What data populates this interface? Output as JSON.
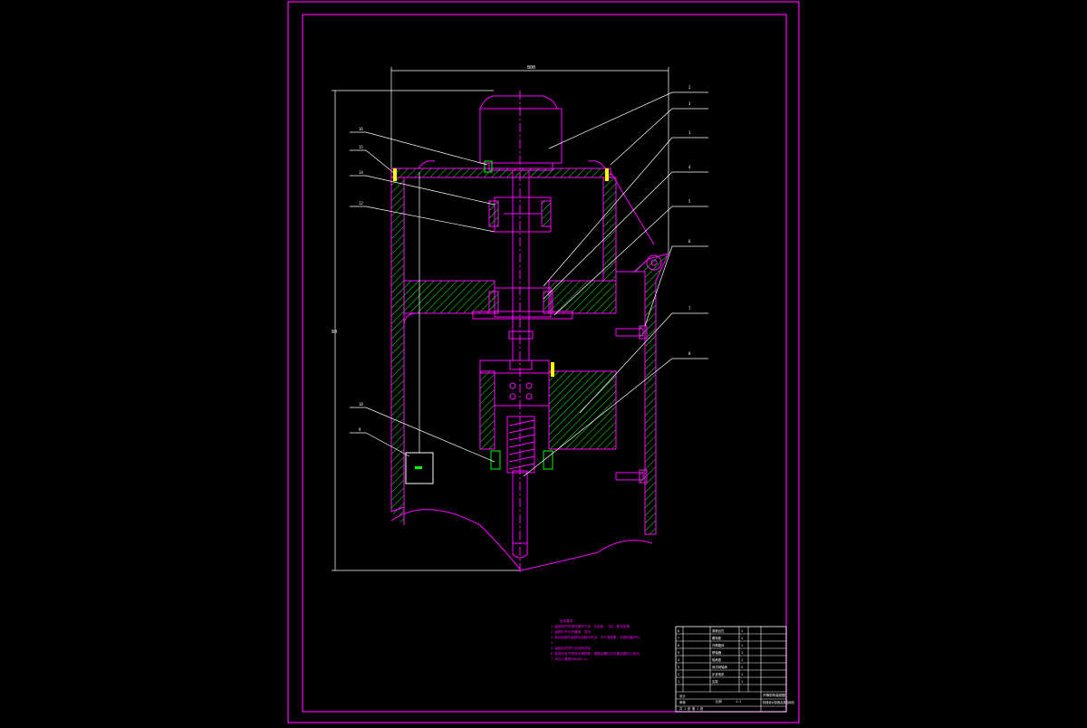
{
  "colors": {
    "frame": "#ff00ff",
    "white": "#ffffff",
    "green": "#00ff00",
    "yellow": "#ffff00",
    "background": "#000000"
  },
  "dimensions": {
    "top_width": "800",
    "overall_height": "80"
  },
  "balloons_left": [
    "16",
    "15",
    "14",
    "12",
    "10",
    "9"
  ],
  "balloons_right": [
    "2",
    "3",
    "1",
    "4",
    "5",
    "6",
    "7",
    "8"
  ],
  "tech_notes": {
    "title": "技术要求",
    "lines": [
      "1.装配前所有零件清洗干净，去毛刺、飞边、氧化皮等。",
      "2.装配时不允许磕碰、划伤。",
      "3.各运动部件装配后应转动灵活，无卡滞现象，手感轻重均匀。",
      "4.",
      "5.装配后须进行空运转试验。",
      "6.各密封处不得有渗漏现象，调整后螺钉应可靠锁紧防止松动。",
      "7.未注公差按GB1804-m。"
    ]
  },
  "title_block": {
    "rows": [
      [
        "8",
        "",
        "滚珠丝杠",
        "1",
        ""
      ],
      [
        "7",
        "",
        "螺母座",
        "1",
        ""
      ],
      [
        "6",
        "",
        "升降箱体",
        "1",
        ""
      ],
      [
        "5",
        "",
        "联轴器",
        "1",
        ""
      ],
      [
        "4",
        "",
        "轴承座",
        "1",
        ""
      ],
      [
        "3",
        "",
        "深沟球轴承",
        "2",
        ""
      ],
      [
        "2",
        "",
        "步进电机",
        "1",
        ""
      ],
      [
        "1",
        "",
        "支架",
        "1",
        ""
      ]
    ],
    "drawing_title": "升降机构装配图",
    "scale_label": "比例",
    "scale": "1:1",
    "drawn_by": "设计",
    "checked_by": "审核",
    "sheet": "共 1 张 第 1 张",
    "school": "机械设计制造及其自动化"
  }
}
